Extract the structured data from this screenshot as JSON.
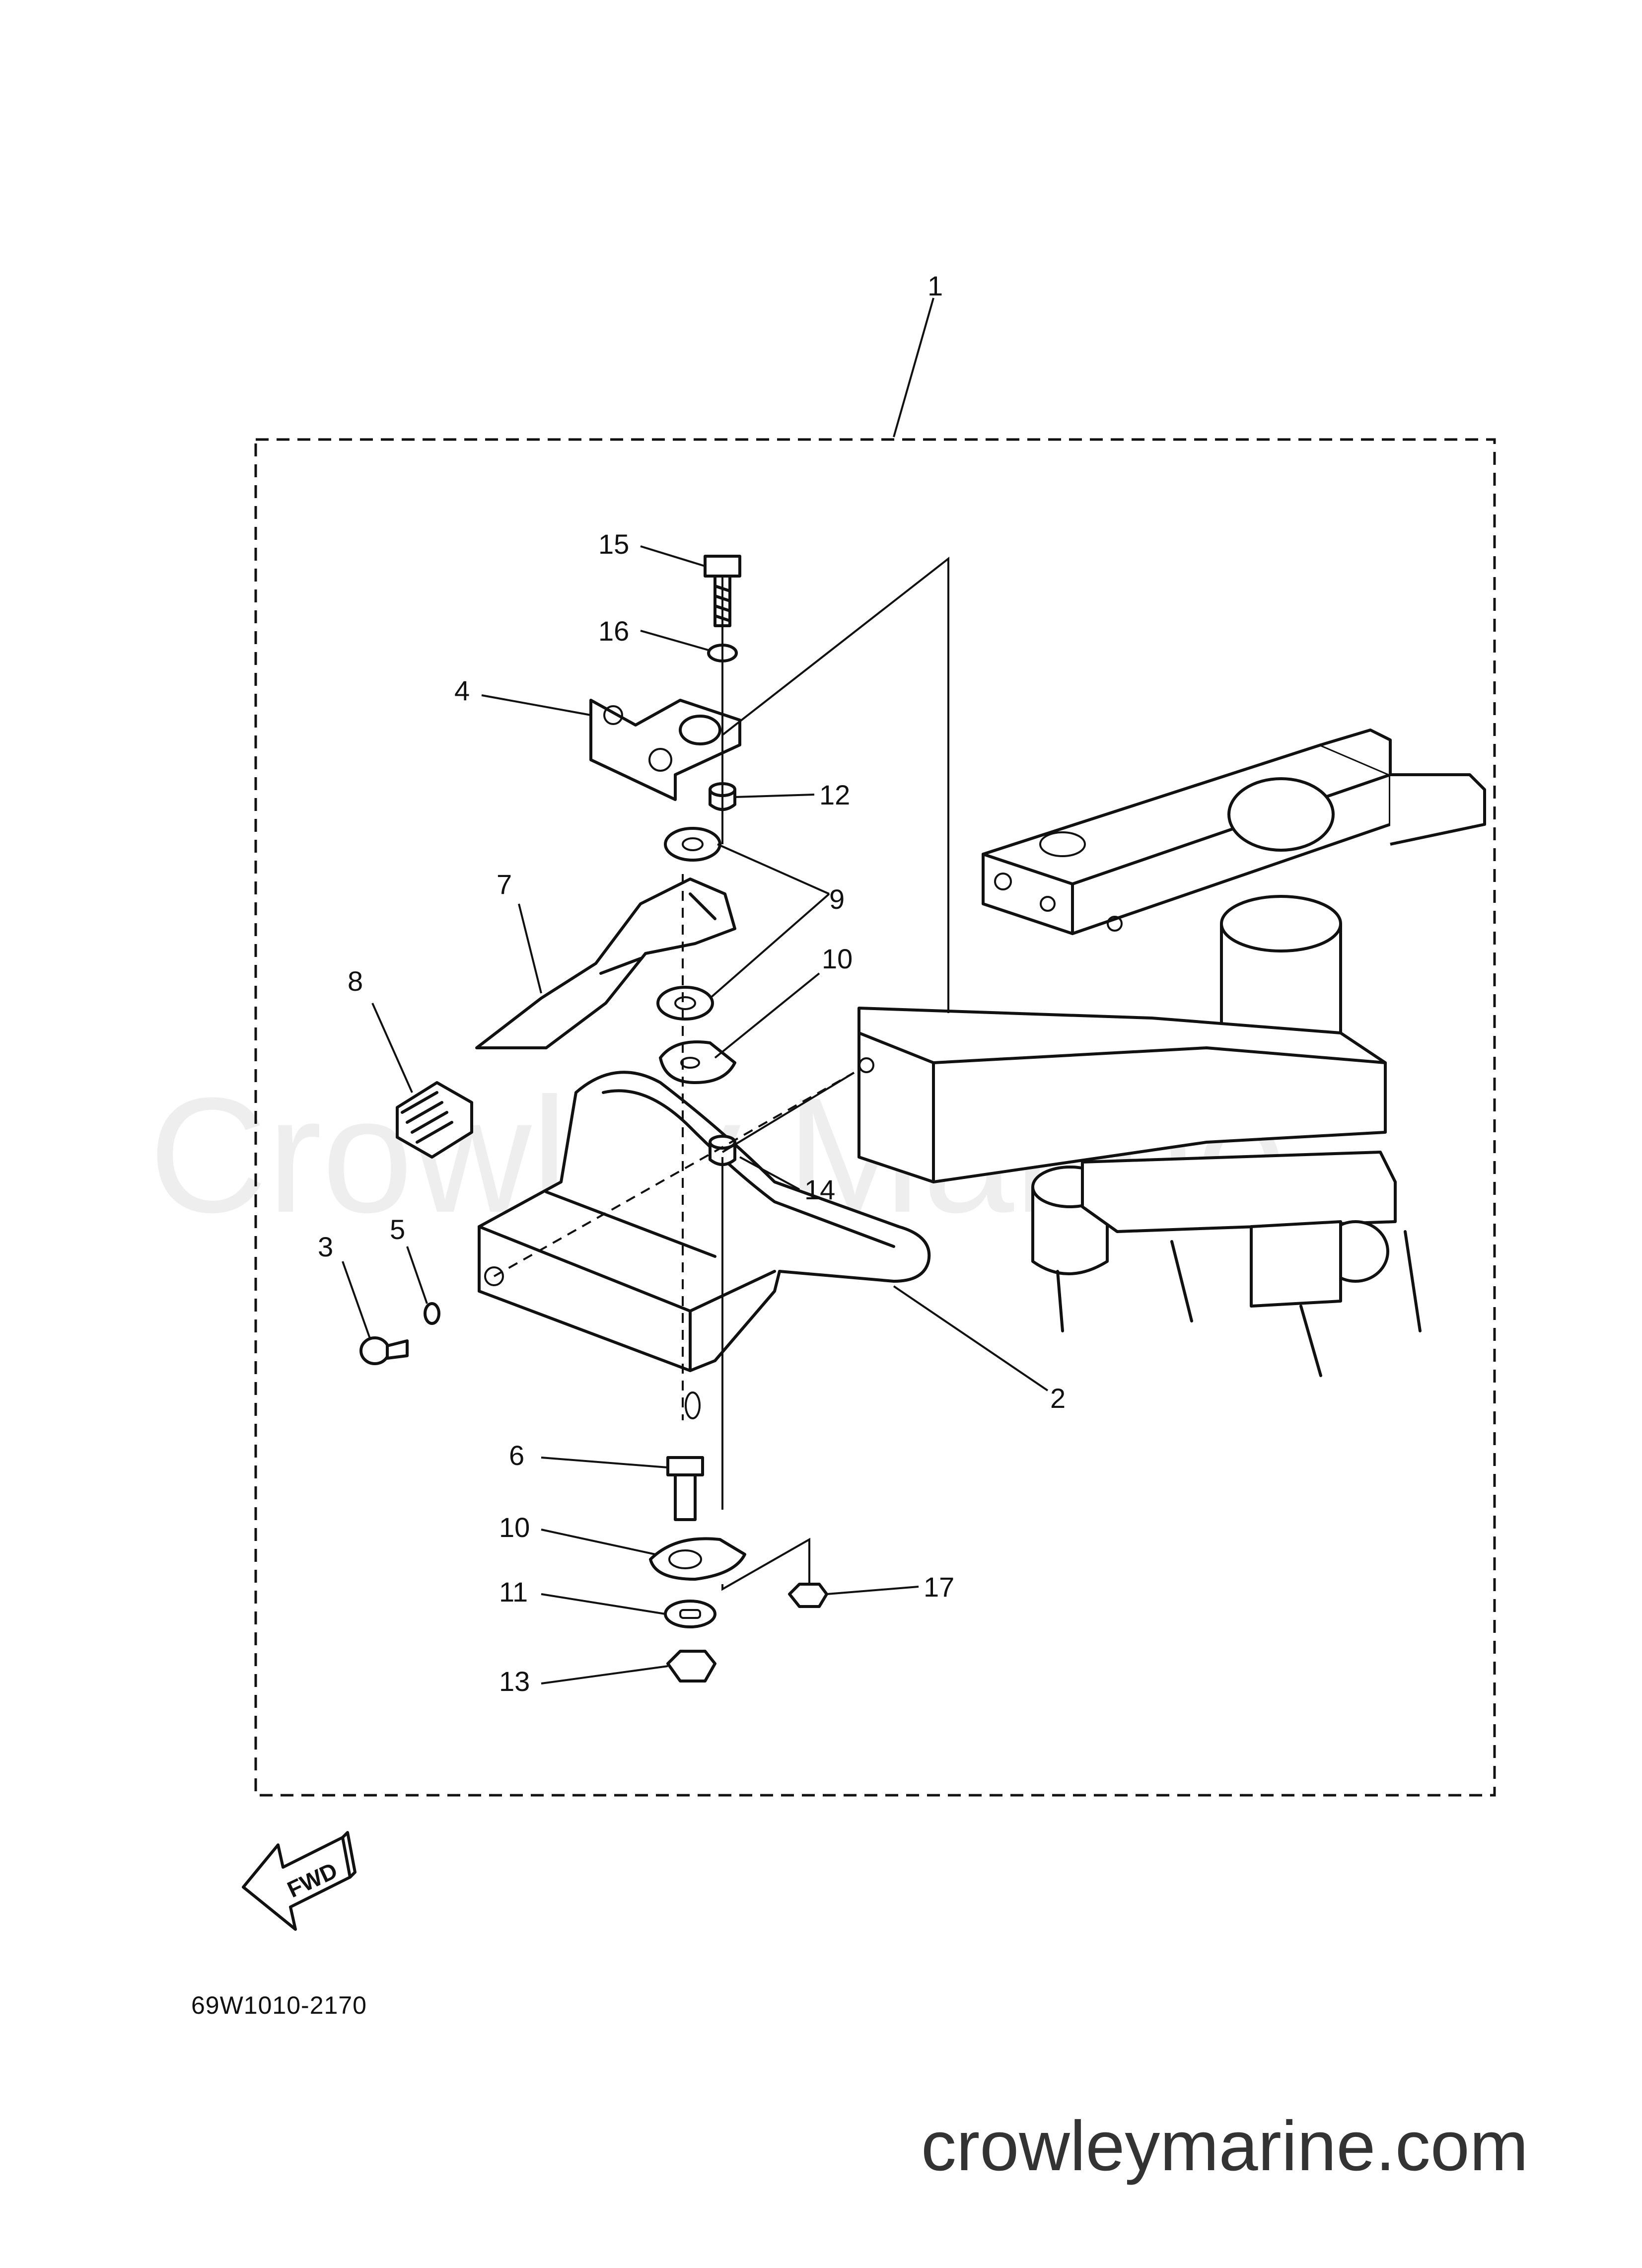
{
  "watermark": "Crowley Marine",
  "footer_url": "crowleymarine.com",
  "drawing_code": "69W1010-2170",
  "fwd_label": "FWD",
  "callouts": [
    "1",
    "2",
    "3",
    "4",
    "5",
    "6",
    "7",
    "8",
    "9",
    "10",
    "10",
    "11",
    "12",
    "13",
    "14",
    "15",
    "16",
    "17"
  ]
}
